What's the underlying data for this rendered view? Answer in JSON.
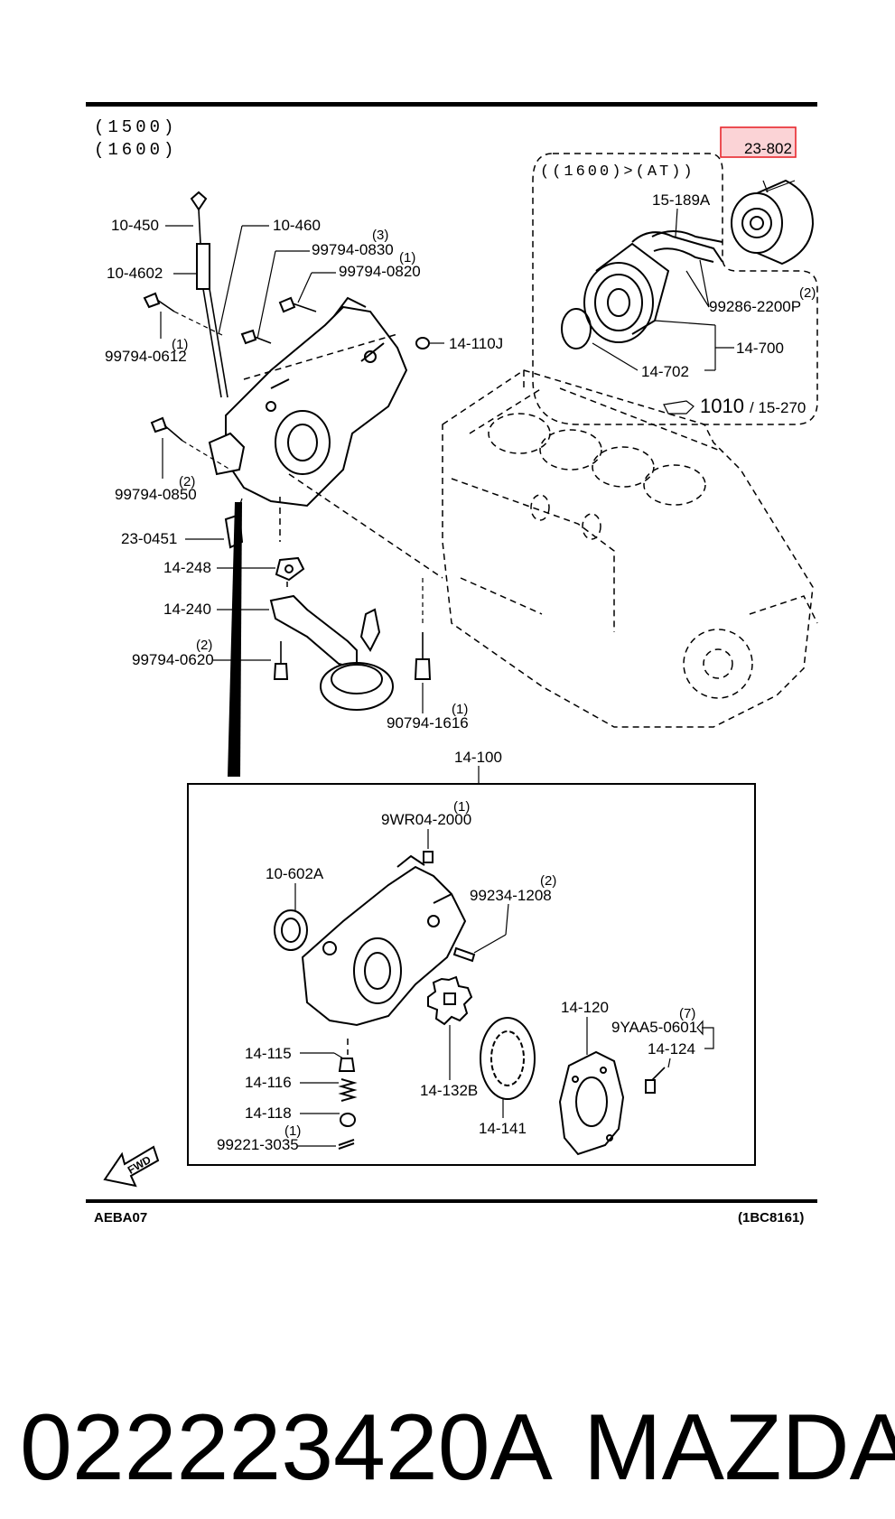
{
  "header": {
    "variant_1": "(1500)",
    "variant_2": "(1600)"
  },
  "inset": {
    "condition": "((1600)>(AT))",
    "cross_ref_prefix": "1010",
    "cross_ref_suffix": "/ 15-270"
  },
  "highlighted_part": {
    "label": "23-802",
    "color": "#e8282d"
  },
  "callouts": {
    "c10_450": "10-450",
    "c10_4602": "10-4602",
    "c10_460": "10-460",
    "c99794_0830_qty": "(3)",
    "c99794_0830": "99794-0830",
    "c99794_0820_qty": "(1)",
    "c99794_0820": "99794-0820",
    "c99794_0612_qty": "(1)",
    "c99794_0612": "99794-0612",
    "c14_110j": "14-110J",
    "c15_189a": "15-189A",
    "c99286_qty": "(2)",
    "c99286": "99286-2200P",
    "c14_700": "14-700",
    "c14_702": "14-702",
    "c99794_0850_qty": "(2)",
    "c99794_0850": "99794-0850",
    "c23_0451": "23-0451",
    "c14_248": "14-248",
    "c14_240": "14-240",
    "c99794_0620_qty": "(2)",
    "c99794_0620": "99794-0620",
    "c90794_qty": "(1)",
    "c90794": "90794-1616",
    "c14_100": "14-100"
  },
  "detail": {
    "c9wr04_qty": "(1)",
    "c9wr04": "9WR04-2000",
    "c10_602a": "10-602A",
    "c99234_qty": "(2)",
    "c99234": "99234-1208",
    "c14_120": "14-120",
    "c9yaa5_qty": "(7)",
    "c9yaa5": "9YAA5-0601",
    "c14_124": "14-124",
    "c14_115": "14-115",
    "c14_116": "14-116",
    "c14_118": "14-118",
    "c99221_qty": "(1)",
    "c99221": "99221-3035",
    "c14_132b": "14-132B",
    "c14_141": "14-141",
    "fwd": "FWD"
  },
  "footer": {
    "left_code": "AEBA07",
    "right_code": "(1BC8161)"
  },
  "caption": {
    "part_number": "022223420A",
    "brand": "MAZDA"
  }
}
